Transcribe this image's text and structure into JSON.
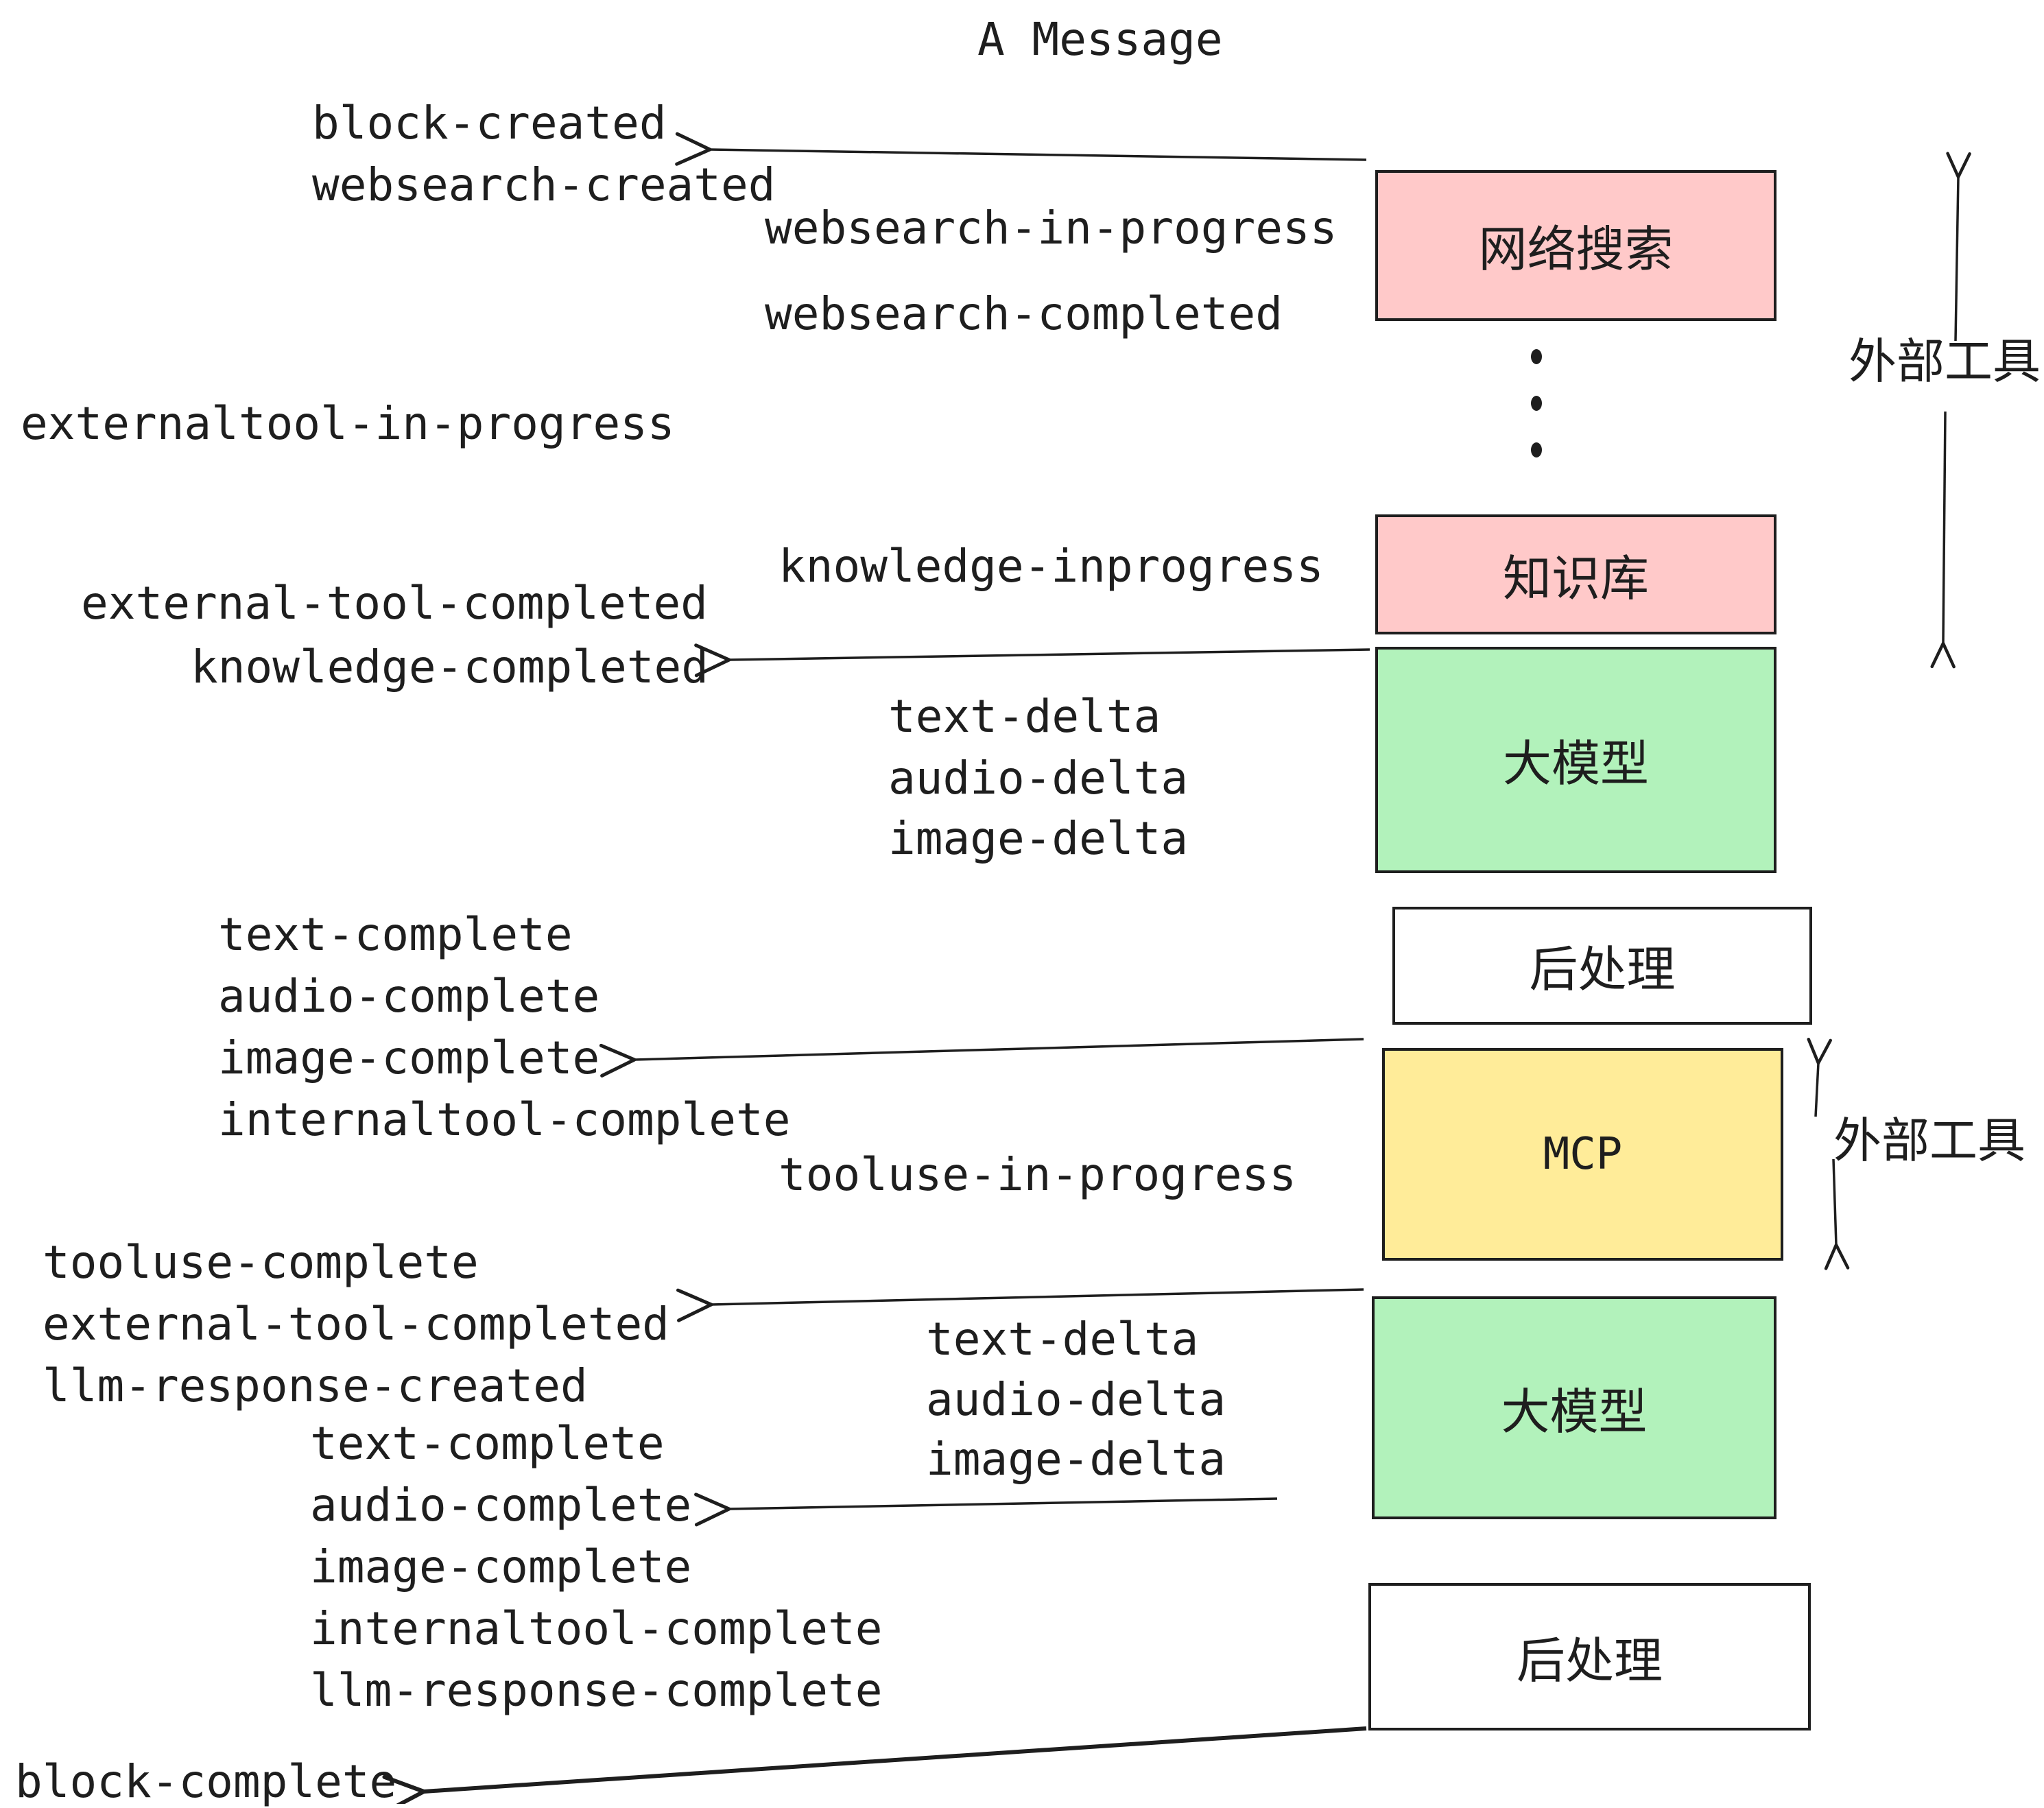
{
  "title": "A Message",
  "colors": {
    "pink": "#ffc9c9",
    "green": "#b2f2bb",
    "yellow": "#ffec99",
    "white": "#ffffff",
    "ink": "#1e1e1e"
  },
  "events": {
    "block_created": "block-created",
    "websearch_created": "websearch-created",
    "websearch_in_progress": "websearch-in-progress",
    "websearch_completed": "websearch-completed",
    "externaltool_in_progress": "externaltool-in-progress",
    "knowledge_inprogress": "knowledge-inprogress",
    "external_tool_completed": "external-tool-completed",
    "knowledge_completed": "knowledge-completed",
    "text_delta": "text-delta",
    "audio_delta": "audio-delta",
    "image_delta": "image-delta",
    "text_complete": "text-complete",
    "audio_complete": "audio-complete",
    "image_complete": "image-complete",
    "internaltool_complete": "internaltool-complete",
    "tooluse_in_progress": "tooluse-in-progress",
    "tooluse_complete": "tooluse-complete",
    "external_tool_completed_2": "external-tool-completed",
    "llm_response_created": "llm-response-created",
    "text_delta_2": "text-delta",
    "audio_delta_2": "audio-delta",
    "image_delta_2": "image-delta",
    "text_complete_2": "text-complete",
    "audio_complete_2": "audio-complete",
    "image_complete_2": "image-complete",
    "internaltool_complete_2": "internaltool-complete",
    "llm_response_complete": "llm-response-complete",
    "block_complete": "block-complete"
  },
  "boxes": [
    {
      "label": "网络搜索",
      "fill": "#ffc9c9"
    },
    {
      "label": "知识库",
      "fill": "#ffc9c9"
    },
    {
      "label": "大模型",
      "fill": "#b2f2bb"
    },
    {
      "label": "后处理",
      "fill": "#ffffff"
    },
    {
      "label": "MCP",
      "fill": "#ffec99"
    },
    {
      "label": "大模型",
      "fill": "#b2f2bb"
    },
    {
      "label": "后处理",
      "fill": "#ffffff"
    }
  ],
  "side_annotations": [
    {
      "label": "外部工具"
    },
    {
      "label": "外部工具"
    }
  ],
  "decorations": {
    "ellipsis_dots": 3
  }
}
